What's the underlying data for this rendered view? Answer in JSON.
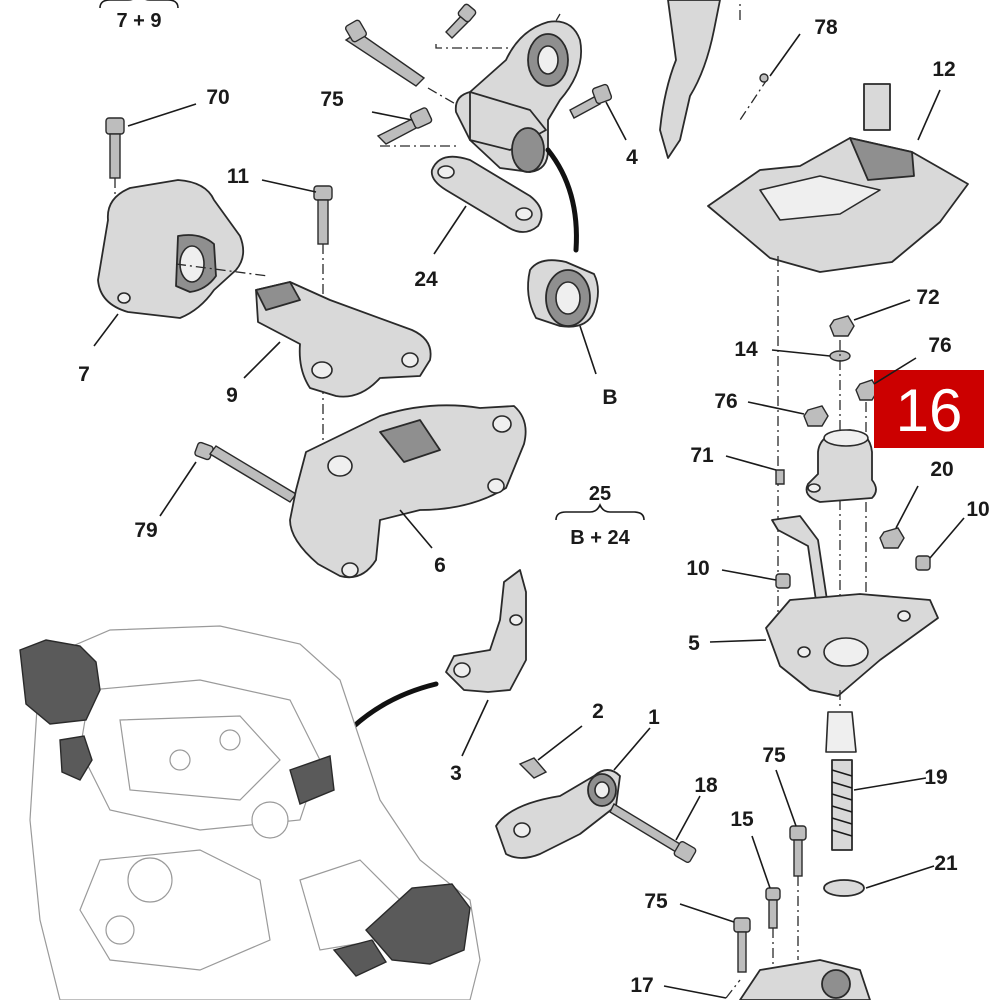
{
  "diagram": {
    "highlight": {
      "text": "16",
      "color": "#cc0000"
    },
    "groups": [
      {
        "id": "group-7-9",
        "text": "7 + 9"
      },
      {
        "id": "group-25-title",
        "text": "25"
      },
      {
        "id": "group-25-sub",
        "text": "B + 24"
      }
    ],
    "callouts": [
      {
        "id": "callout-70",
        "text": "70"
      },
      {
        "id": "callout-75-top",
        "text": "75"
      },
      {
        "id": "callout-78",
        "text": "78"
      },
      {
        "id": "callout-12",
        "text": "12"
      },
      {
        "id": "callout-11",
        "text": "11"
      },
      {
        "id": "callout-4",
        "text": "4"
      },
      {
        "id": "callout-24",
        "text": "24"
      },
      {
        "id": "callout-7",
        "text": "7"
      },
      {
        "id": "callout-9",
        "text": "9"
      },
      {
        "id": "callout-b",
        "text": "B"
      },
      {
        "id": "callout-72",
        "text": "72"
      },
      {
        "id": "callout-14",
        "text": "14"
      },
      {
        "id": "callout-76-right",
        "text": "76"
      },
      {
        "id": "callout-76-left",
        "text": "76"
      },
      {
        "id": "callout-71",
        "text": "71"
      },
      {
        "id": "callout-20",
        "text": "20"
      },
      {
        "id": "callout-10-right",
        "text": "10"
      },
      {
        "id": "callout-10-left",
        "text": "10"
      },
      {
        "id": "callout-79",
        "text": "79"
      },
      {
        "id": "callout-6",
        "text": "6"
      },
      {
        "id": "callout-5",
        "text": "5"
      },
      {
        "id": "callout-2",
        "text": "2"
      },
      {
        "id": "callout-1",
        "text": "1"
      },
      {
        "id": "callout-3",
        "text": "3"
      },
      {
        "id": "callout-18",
        "text": "18"
      },
      {
        "id": "callout-75-mid",
        "text": "75"
      },
      {
        "id": "callout-19",
        "text": "19"
      },
      {
        "id": "callout-15",
        "text": "15"
      },
      {
        "id": "callout-21",
        "text": "21"
      },
      {
        "id": "callout-75-low",
        "text": "75"
      },
      {
        "id": "callout-17",
        "text": "17"
      }
    ]
  }
}
